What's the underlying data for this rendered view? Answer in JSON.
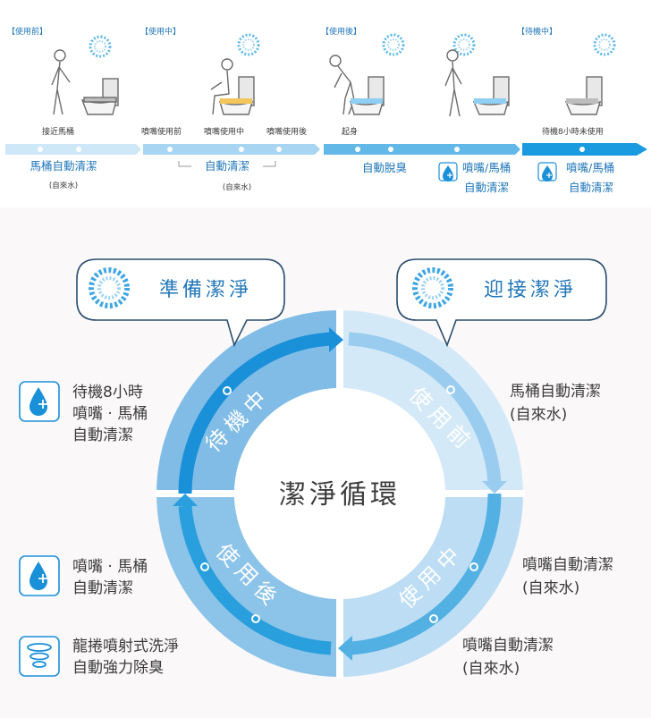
{
  "colors": {
    "blue_dark": "#1a90d9",
    "blue_mid": "#53b0e3",
    "blue_light": "#a9d5f1",
    "blue_pale": "#d4e9f8",
    "bg_bottom": "#fbf8f9",
    "text": "#3b3b3b",
    "label_blue": "#1f76b8"
  },
  "timeline": {
    "phases": [
      {
        "tag": "【使用前】",
        "scene": "approach-scene"
      },
      {
        "tag": "【使用中】",
        "scene": "sitting-scene"
      },
      {
        "tag": "【使用後】",
        "scene": "standing-up-scene"
      },
      {
        "tag": "【待機中】",
        "scene": "standby-scene"
      }
    ],
    "captions": [
      "接近馬桶",
      "噴嘴使用前",
      "噴嘴使用中",
      "噴嘴使用後",
      "起身",
      "待機8小時未使用"
    ],
    "stages": [
      {
        "title": "馬桶自動清潔",
        "sub": "(自來水)"
      },
      {
        "title": "自動清潔",
        "sub": "(自來水)"
      },
      {
        "title": "自動脫臭",
        "sub": ""
      },
      {
        "title": "噴嘴/馬桶",
        "title2": "自動清潔"
      },
      {
        "title": "噴嘴/馬桶",
        "title2": "自動清潔"
      }
    ]
  },
  "cycle": {
    "center": "潔淨循環",
    "bubble_left": "準備潔淨",
    "bubble_right": "迎接潔淨",
    "quadrants": {
      "top_left": "待機中",
      "top_right": "使用前",
      "bottom_right": "使用中",
      "bottom_left": "使用後"
    },
    "notes": {
      "left_top": [
        "待機8小時",
        "噴嘴 · 馬桶",
        "自動清潔"
      ],
      "left_mid": [
        "噴嘴 · 馬桶",
        "自動清潔"
      ],
      "left_bottom": [
        "龍捲噴射式洗淨",
        "自動強力除臭"
      ],
      "right_top": [
        "馬桶自動清潔",
        "(自來水)"
      ],
      "right_mid": [
        "噴嘴自動清潔",
        "(自來水)"
      ],
      "right_bottom": [
        "噴嘴自動清潔",
        "(自來水)"
      ]
    }
  }
}
